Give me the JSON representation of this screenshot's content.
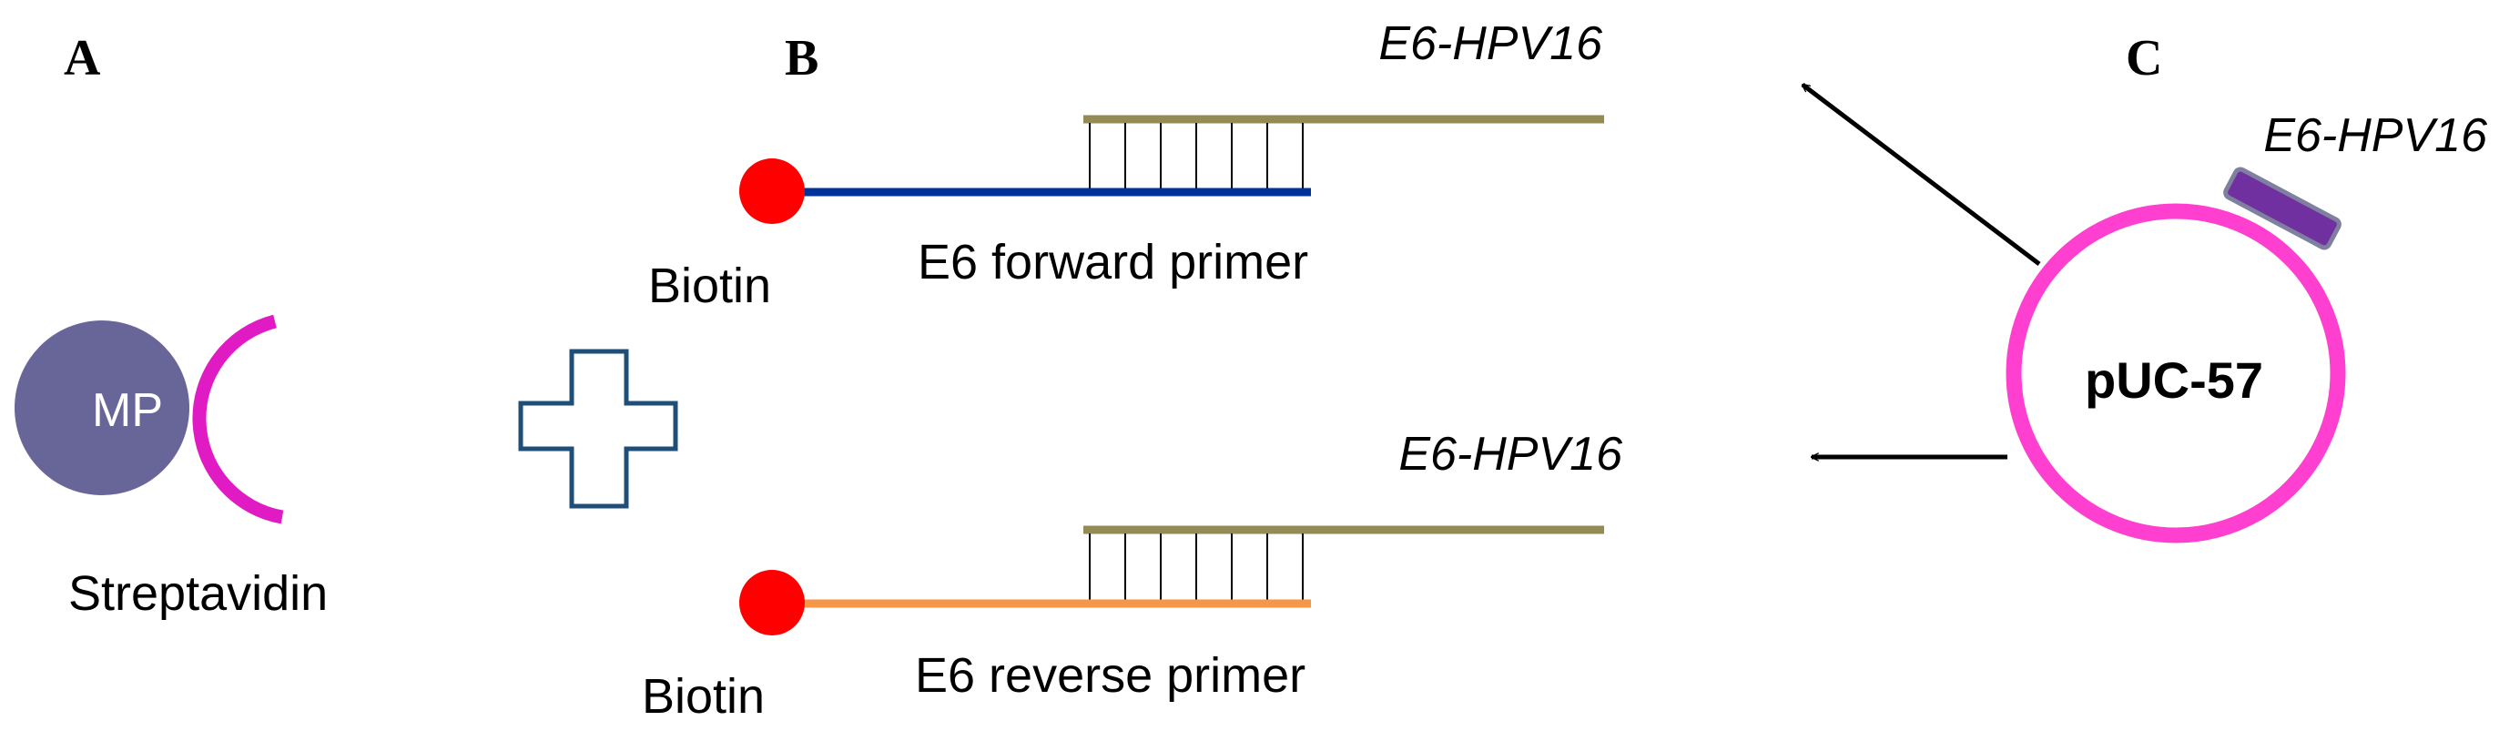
{
  "panels": {
    "a": {
      "letter": "A",
      "particle_label": "MP",
      "binder_label": "Streptavidin"
    },
    "b": {
      "letter": "B",
      "forward": {
        "target_label": "E6-HPV16",
        "biotin_label": "Biotin",
        "primer_label": "E6 forward primer"
      },
      "reverse": {
        "target_label": "E6-HPV16",
        "biotin_label": "Biotin",
        "primer_label": "E6 reverse primer"
      }
    },
    "c": {
      "letter": "C",
      "insert_label": "E6-HPV16",
      "plasmid_label": "pUC-57"
    }
  },
  "colors": {
    "magnetic_particle": "#686599",
    "streptavidin": "#e11bc4",
    "biotin": "#ff0000",
    "forward_primer": "#003399",
    "reverse_primer": "#f79646",
    "target_strand": "#948a54",
    "plus_outline": "#1f4e79",
    "plasmid": "#ff3fcf",
    "insert": "#7030a0",
    "insert_border": "#7f7f9f",
    "arrow": "#000000"
  },
  "icons": {
    "plus": "plus-sign",
    "arrow": "arrow-left"
  }
}
